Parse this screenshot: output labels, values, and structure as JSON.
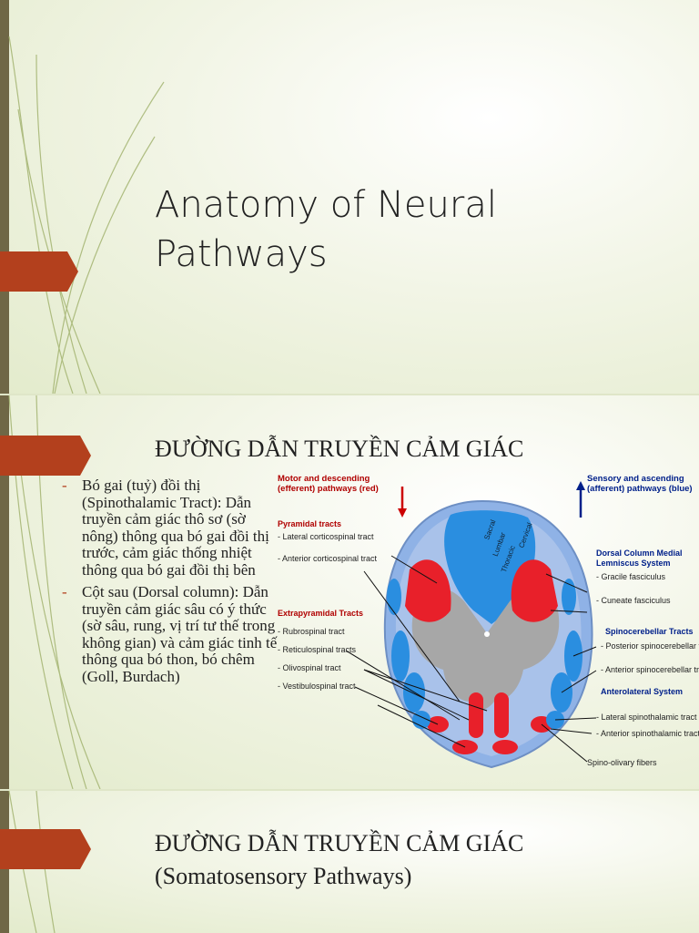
{
  "slide1": {
    "title": "Anatomy of Neural Pathways"
  },
  "slide2": {
    "heading": "ĐƯỜNG DẪN TRUYỀN CẢM GIÁC",
    "bullets": [
      "Bó gai (tuỷ) đồi thị (Spinothalamic Tract): Dẫn truyền cảm giác thô sơ (sờ nông) thông qua bó gai đồi thị trước, cảm giác thống nhiệt thông qua bó gai đồi thị bên",
      "Cột sau (Dorsal column): Dẫn truyền cảm giác sâu có ý thức (sờ sâu, rung, vị trí tư thế trong không gian) và cảm giác tinh tế thông qua bó thon, bó chêm (Goll, Burdach)"
    ],
    "diagram": {
      "motor_heading": "Motor and descending (efferent) pathways  (red)",
      "sensory_heading": "Sensory and ascending (afferent) pathways (blue)",
      "pyramidal": "Pyramidal tracts",
      "lateral_cs": "- Lateral corticospinal tract",
      "anterior_cs": "- Anterior corticospinal tract",
      "extrapyramidal": "Extrapyramidal Tracts",
      "rubrospinal": "- Rubrospinal tract",
      "reticulospinal": "- Reticulospinal tracts",
      "olivospinal": "- Olivospinal tract",
      "vestibulospinal": "- Vestibulospinal tract",
      "dorsal_column": "Dorsal Column Medial Lemniscus System",
      "gracile": "- Gracile fasciculus",
      "cuneate": "- Cuneate fasciculus",
      "spinocerebellar": "Spinocerebellar Tracts",
      "posterior_sc": "- Posterior spinocerebellar tract",
      "anterior_sc": "- Anterior spinocerebellar tract",
      "anterolateral": "Anterolateral System",
      "lateral_st": "- Lateral spinothalamic tract",
      "anterior_st": "- Anterior spinothalamic tract",
      "spino_olivary": "Spino-olivary fibers",
      "seg_sacral": "Sacral",
      "seg_lumbar": "Lumbar",
      "seg_thoracic": "Thoracic",
      "seg_cervical": "Cervical"
    }
  },
  "slide3": {
    "heading": "ĐƯỜNG DẪN TRUYỀN CẢM GIÁC",
    "subheading": "(Somatosensory Pathways)"
  },
  "colors": {
    "accent": "#b3401d",
    "motor": "#e8202a",
    "sensory": "#2a8ee0"
  }
}
